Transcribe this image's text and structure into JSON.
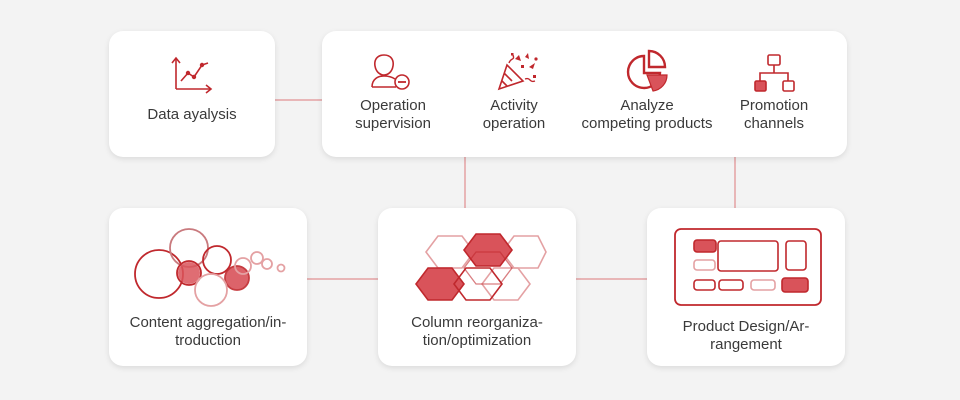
{
  "colors": {
    "accent": "#c0282d",
    "accent_light": "#e4a1a3",
    "card": "#ffffff",
    "background": "#f3f3f3"
  },
  "nodes": {
    "data_analysis": {
      "label": "Data ayalysis",
      "icon": "line-chart-icon"
    },
    "operation_supervision": {
      "label_line1": "Operation",
      "label_line2": "supervision",
      "icon": "user-minus-icon"
    },
    "activity_operation": {
      "label_line1": "Activity",
      "label_line2": "operation",
      "icon": "party-popper-icon"
    },
    "analyze_competing": {
      "label_line1": "Analyze",
      "label_line2": "competing products",
      "icon": "pie-chart-icon"
    },
    "promotion_channels": {
      "label_line1": "Promotion",
      "label_line2": "channels",
      "icon": "sitemap-icon"
    },
    "content_aggregation": {
      "label_line1": "Content aggregation/in-",
      "label_line2": "troduction",
      "icon": "circles-cluster-icon"
    },
    "column_reorganization": {
      "label_line1": "Column reorganiza-",
      "label_line2": "tion/optimization",
      "icon": "hexagon-grid-icon"
    },
    "product_design": {
      "label_line1": "Product Design/Ar-",
      "label_line2": "rangement",
      "icon": "layout-grid-icon"
    }
  }
}
